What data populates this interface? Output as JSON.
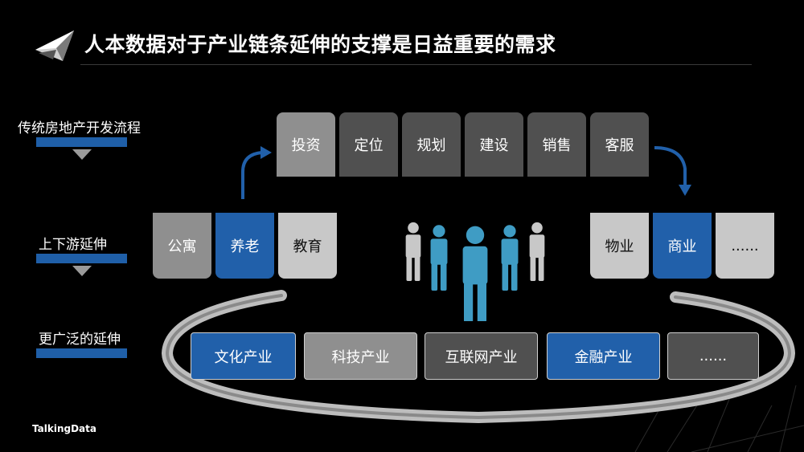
{
  "title": "人本数据对于产业链条延伸的支撑是日益重要的需求",
  "rows": {
    "traditional": {
      "label": "传统房地产开发流程"
    },
    "upstream": {
      "label": "上下游延伸"
    },
    "broader": {
      "label": "更广泛的延伸"
    }
  },
  "process_steps": [
    "投资",
    "定位",
    "规划",
    "建设",
    "销售",
    "客服"
  ],
  "left_extensions": [
    "公寓",
    "养老",
    "教育"
  ],
  "right_extensions": [
    "物业",
    "商业",
    "......"
  ],
  "industries": [
    "文化产业",
    "科技产业",
    "互联网产业",
    "金融产业",
    "......"
  ],
  "icons": [
    "logo-mark-icon",
    "people-group-icon",
    "curved-arrow-up-icon",
    "curved-arrow-down-icon",
    "orbit-ring-icon"
  ],
  "colors": {
    "accent_blue": "#2160aa",
    "dark_gray": "#505050",
    "mid_gray": "#8f8f8f",
    "light_gray": "#c8c8c8",
    "people_blue": "#3f9cc4",
    "people_gray": "#c8c8c8"
  },
  "footer": {
    "brand": "TalkingData"
  }
}
